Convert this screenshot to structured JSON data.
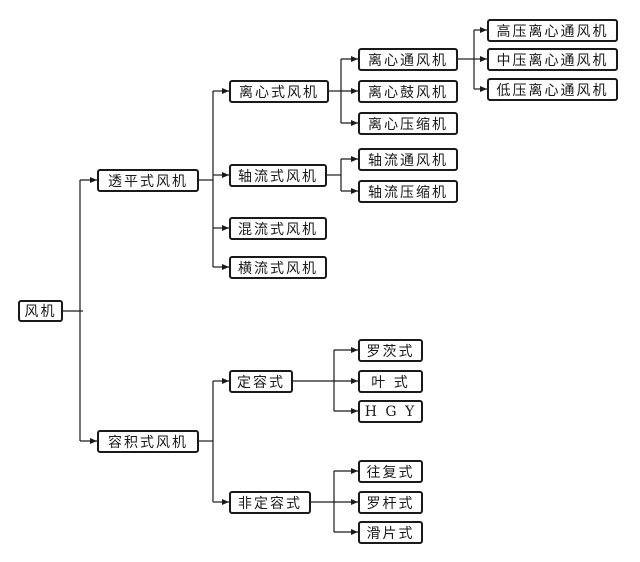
{
  "diagram": {
    "root": "风机",
    "nodes": {
      "turbo": "透平式风机",
      "displacement": "容积式风机",
      "centrifugal": "离心式风机",
      "axial": "轴流式风机",
      "mixed": "混流式风机",
      "crossflow": "横流式风机",
      "cent_fan": "离心通风机",
      "cent_blower": "离心鼓风机",
      "cent_comp": "离心压缩机",
      "axial_fan": "轴流通风机",
      "axial_comp": "轴流压缩机",
      "high_p": "高压离心通风机",
      "mid_p": "中压离心通风机",
      "low_p": "低压离心通风机",
      "fixed": "定容式",
      "nonfixed": "非定容式",
      "roots": "罗茨式",
      "vane": "叶 式",
      "hgy": "H G Y",
      "recip": "往复式",
      "rod": "罗杆式",
      "slide": "滑片式"
    }
  }
}
